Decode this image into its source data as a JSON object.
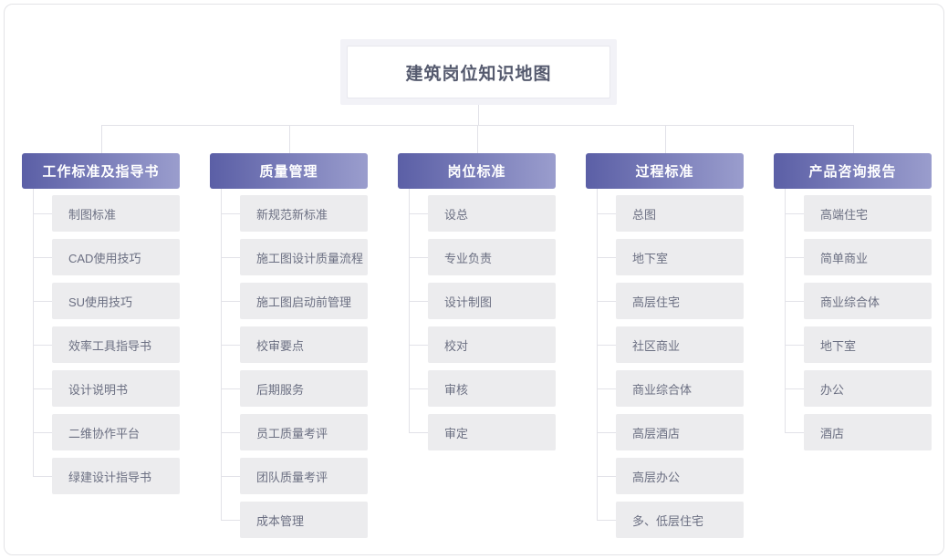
{
  "diagram": {
    "title": "建筑岗位知识地图",
    "colors": {
      "header_gradient_start": "#5b5fa6",
      "header_gradient_end": "#9a9dcd",
      "leaf_background": "#ececee",
      "leaf_text": "#6b6f82",
      "connector": "#e2e2e8",
      "title_text": "#555a6e",
      "card_border": "#e3e3e6"
    },
    "branches": [
      {
        "label": "工作标准及指导书",
        "items": [
          "制图标准",
          "CAD使用技巧",
          "SU使用技巧",
          "效率工具指导书",
          "设计说明书",
          "二维协作平台",
          "绿建设计指导书"
        ]
      },
      {
        "label": "质量管理",
        "items": [
          "新规范新标准",
          "施工图设计质量流程",
          "施工图启动前管理",
          "校审要点",
          "后期服务",
          "员工质量考评",
          "团队质量考评",
          "成本管理"
        ]
      },
      {
        "label": "岗位标准",
        "items": [
          "设总",
          "专业负责",
          "设计制图",
          "校对",
          "审核",
          "审定"
        ]
      },
      {
        "label": "过程标准",
        "items": [
          "总图",
          "地下室",
          "高层住宅",
          "社区商业",
          "商业综合体",
          "高层酒店",
          "高层办公",
          "多、低层住宅"
        ]
      },
      {
        "label": "产品咨询报告",
        "items": [
          "高端住宅",
          "简单商业",
          "商业综合体",
          "地下室",
          "办公",
          "酒店"
        ]
      }
    ]
  }
}
